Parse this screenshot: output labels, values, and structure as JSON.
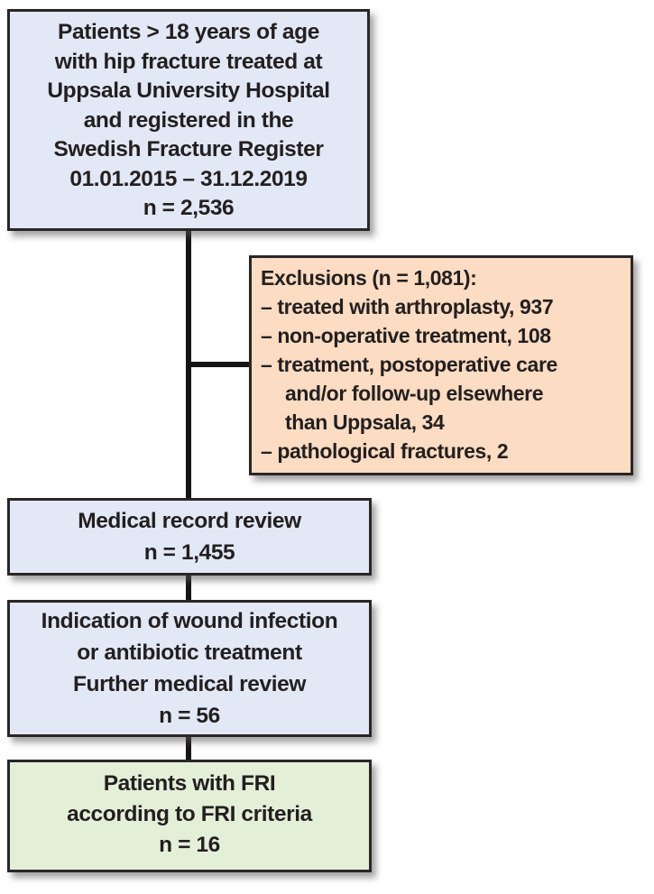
{
  "palette": {
    "box_blue_fill": "#e2e8f5",
    "box_peach_fill": "#fcdcc2",
    "box_green_fill": "#e4efd8",
    "box_border": "#2a2627",
    "connector": "#161414",
    "text": "#231f20",
    "background": "#ffffff"
  },
  "flowchart": {
    "cohort_box": {
      "lines": [
        "Patients > 18 years of age",
        "with hip fracture treated at",
        "Uppsala University Hospital",
        "and registered in the",
        "Swedish Fracture Register",
        "01.01.2015 – 31.12.2019",
        "n = 2,536"
      ],
      "n": 2536
    },
    "exclusions_box": {
      "lines": [
        "Exclusions (n = 1,081):",
        "– treated with arthroplasty, 937",
        "– non-operative treatment, 108",
        "– treatment, postoperative care",
        "and/or follow-up elsewhere",
        "than Uppsala, 34",
        "– pathological fractures, 2"
      ],
      "n": 1081
    },
    "medical_record_review_box": {
      "lines": [
        "Medical record review",
        "n = 1,455"
      ],
      "n": 1455
    },
    "indication_box": {
      "lines": [
        "Indication of wound infection",
        "or antibiotic treatment",
        "Further medical review",
        "n = 56"
      ],
      "n": 56
    },
    "fri_box": {
      "lines": [
        "Patients with FRI",
        "according to FRI criteria",
        "n = 16"
      ],
      "n": 16
    }
  }
}
